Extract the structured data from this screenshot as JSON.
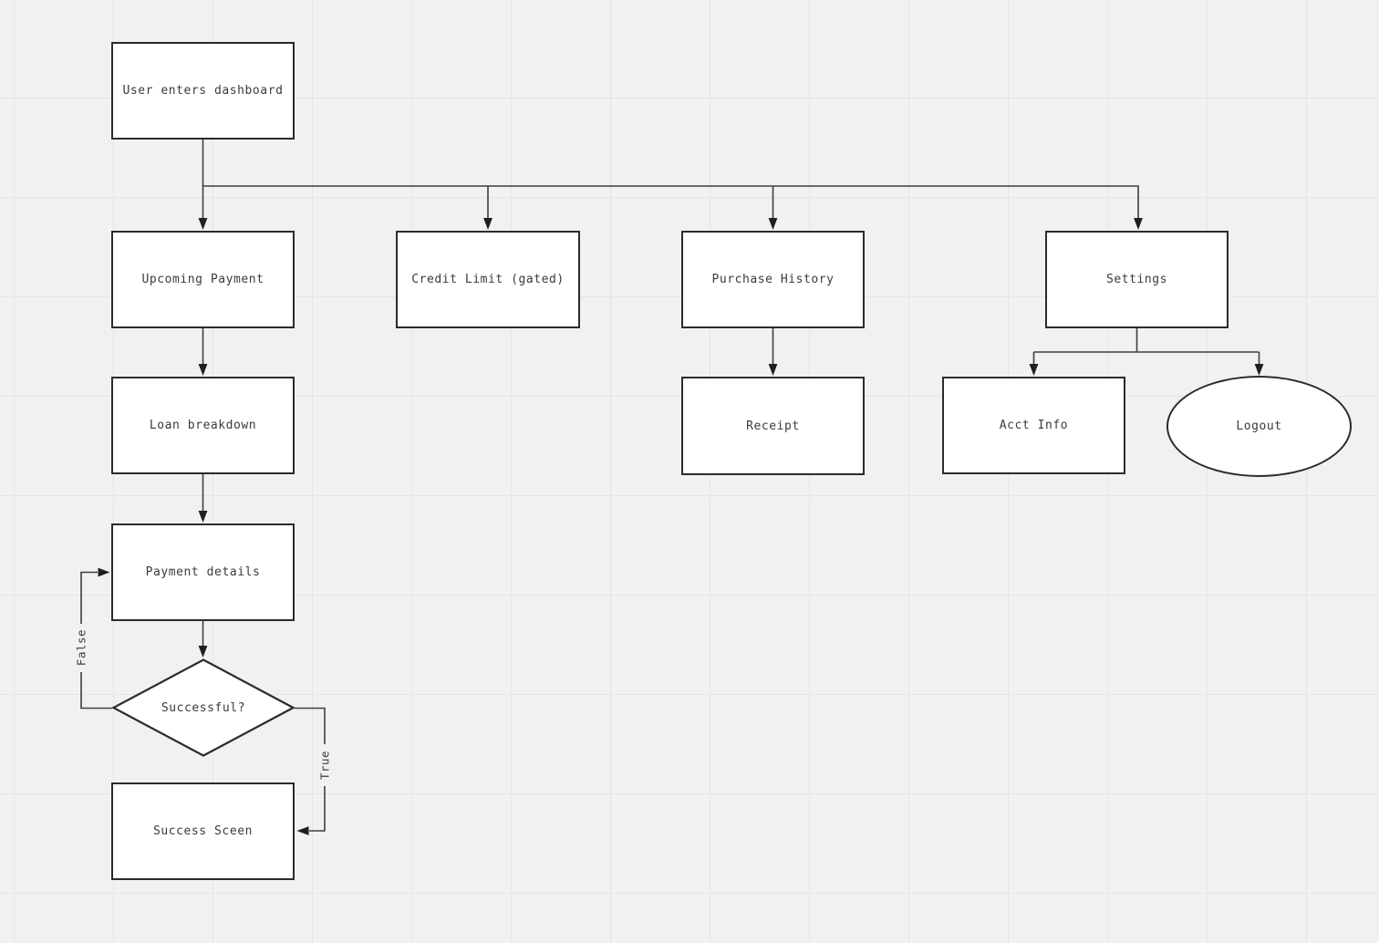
{
  "diagram": {
    "type": "flowchart",
    "colors": {
      "canvas_background": "#f0f1f1",
      "grid_line": "#e4e5e5",
      "node_fill": "#ffffff",
      "node_border": "#2b2b2b",
      "connector": "#3f3f3f",
      "text": "#3b3b3b"
    },
    "nodes": [
      {
        "id": "user-enters-dashboard",
        "shape": "rectangle",
        "label": "User enters dashboard"
      },
      {
        "id": "upcoming-payment",
        "shape": "rectangle",
        "label": "Upcoming Payment"
      },
      {
        "id": "credit-limit",
        "shape": "rectangle",
        "label": "Credit Limit (gated)"
      },
      {
        "id": "purchase-history",
        "shape": "rectangle",
        "label": "Purchase History"
      },
      {
        "id": "settings",
        "shape": "rectangle",
        "label": "Settings"
      },
      {
        "id": "loan-breakdown",
        "shape": "rectangle",
        "label": "Loan breakdown"
      },
      {
        "id": "receipt",
        "shape": "rectangle",
        "label": "Receipt"
      },
      {
        "id": "acct-info",
        "shape": "rectangle",
        "label": "Acct Info"
      },
      {
        "id": "logout",
        "shape": "ellipse",
        "label": "Logout"
      },
      {
        "id": "payment-details",
        "shape": "rectangle",
        "label": "Payment details"
      },
      {
        "id": "successful-decision",
        "shape": "diamond",
        "label": "Successful?"
      },
      {
        "id": "success-sceen",
        "shape": "rectangle",
        "label": "Success Sceen"
      }
    ],
    "edges": [
      {
        "from": "user-enters-dashboard",
        "to": "upcoming-payment",
        "label": ""
      },
      {
        "from": "user-enters-dashboard",
        "to": "credit-limit",
        "label": ""
      },
      {
        "from": "user-enters-dashboard",
        "to": "purchase-history",
        "label": ""
      },
      {
        "from": "user-enters-dashboard",
        "to": "settings",
        "label": ""
      },
      {
        "from": "upcoming-payment",
        "to": "loan-breakdown",
        "label": ""
      },
      {
        "from": "loan-breakdown",
        "to": "payment-details",
        "label": ""
      },
      {
        "from": "payment-details",
        "to": "successful-decision",
        "label": ""
      },
      {
        "from": "purchase-history",
        "to": "receipt",
        "label": ""
      },
      {
        "from": "settings",
        "to": "acct-info",
        "label": ""
      },
      {
        "from": "settings",
        "to": "logout",
        "label": ""
      },
      {
        "from": "successful-decision",
        "to": "payment-details",
        "label": "False"
      },
      {
        "from": "successful-decision",
        "to": "success-sceen",
        "label": "True"
      }
    ]
  }
}
